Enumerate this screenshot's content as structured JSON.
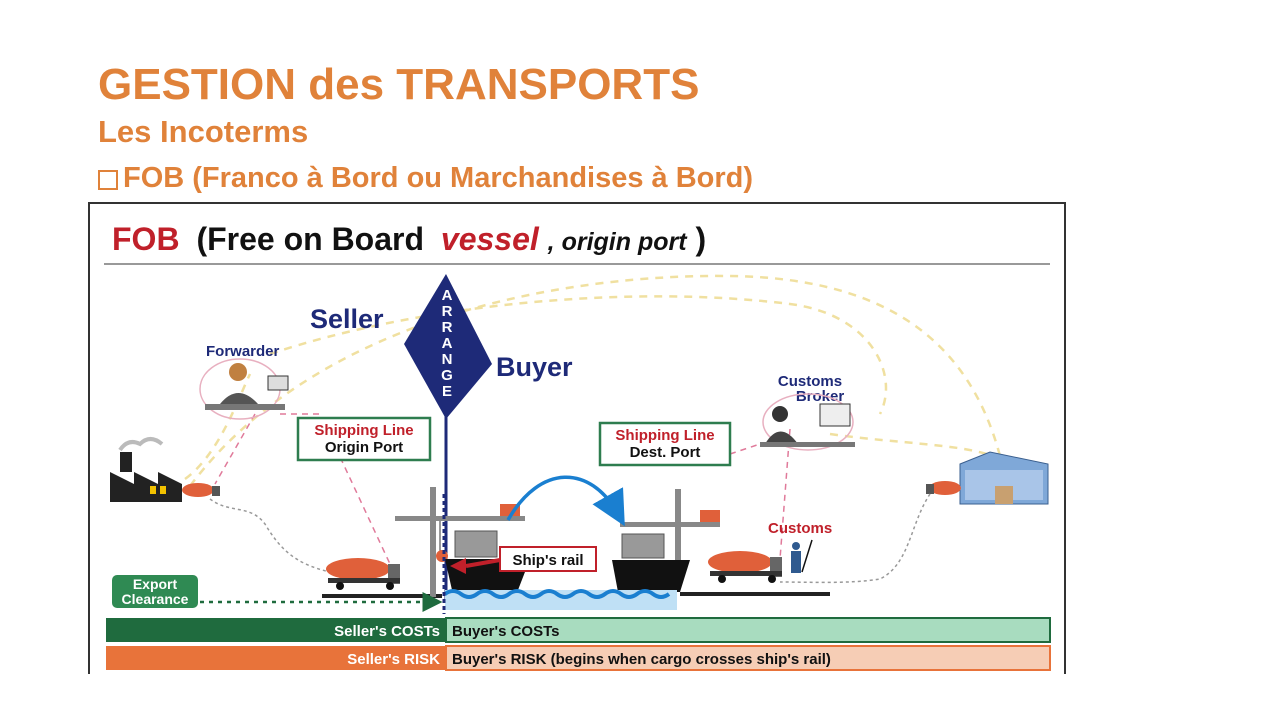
{
  "slide": {
    "title": "GESTION des TRANSPORTS",
    "subtitle": "Les Incoterms",
    "bullet": "FOB (Franco à Bord ou Marchandises à Bord)"
  },
  "diagram": {
    "heading_fob": "FOB",
    "heading_part1": "(Free on Board",
    "heading_vessel": "vessel",
    "heading_part2": ", origin port",
    "heading_close": ")",
    "seller": "Seller",
    "buyer": "Buyer",
    "arrange": [
      "A",
      "R",
      "R",
      "A",
      "N",
      "G",
      "E"
    ],
    "forwarder": "Forwarder",
    "customs_broker_1": "Customs",
    "customs_broker_2": "Broker",
    "shipping_line_origin_1": "Shipping Line",
    "shipping_line_origin_2": "Origin Port",
    "shipping_line_dest_1": "Shipping Line",
    "shipping_line_dest_2": "Dest. Port",
    "customs": "Customs",
    "ships_rail": "Ship's rail",
    "export_clearance_1": "Export",
    "export_clearance_2": "Clearance",
    "seller_costs": "Seller's COSTs",
    "buyer_costs": "Buyer's COSTs",
    "seller_risk": "Seller's RISK",
    "buyer_risk": "Buyer's RISK (begins when cargo crosses ship's rail)",
    "colors": {
      "orange_title": "#e0823a",
      "navy": "#1e2a78",
      "red_label": "#c0202a",
      "dark_green": "#1f6b3e",
      "light_green": "#a8dcbf",
      "orange_bar": "#e8733a",
      "peach_bar": "#f6cdb5",
      "water_blue": "#1a7fd0"
    }
  }
}
